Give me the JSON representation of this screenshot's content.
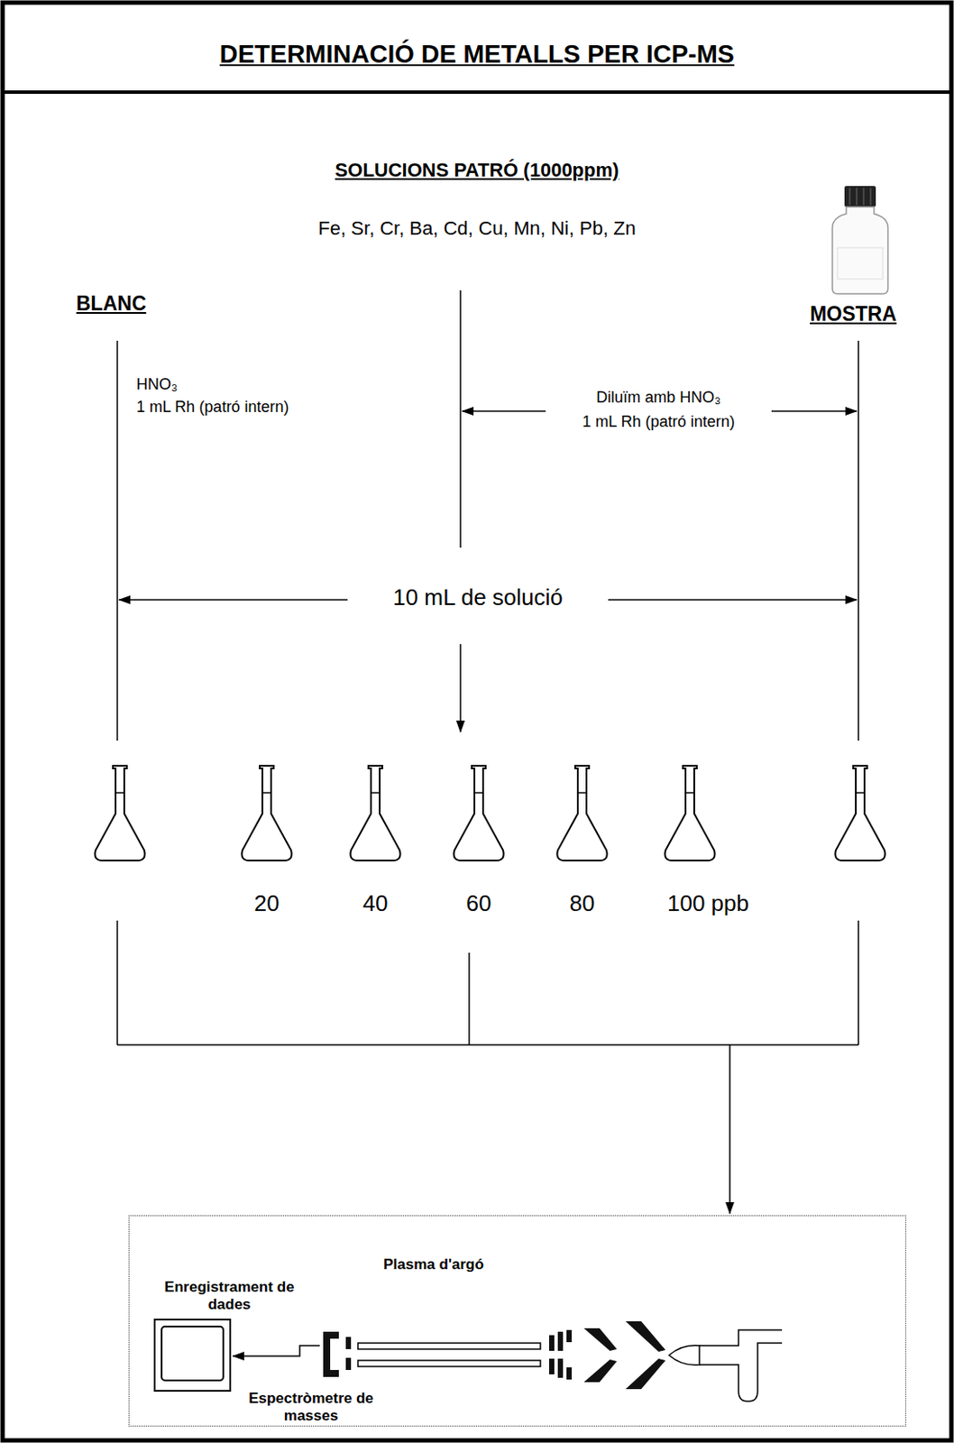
{
  "diagram": {
    "title": "DETERMINACIÓ DE METALLS PER ICP-MS",
    "nodes": [
      {
        "text": [
          "Enregistrament de dades",
          "Plasma d'argó",
          "Espectròmetre de masses"
        ]
      }
    ],
    "labels": [
      "SOLUCIONS PATRÓ (1000ppm)",
      "Fe, Sr, Cr, Ba, Cd, Cu, Mn, Ni, Pb, Zn",
      "BLANC",
      "MOSTRA",
      "HNO₃",
      "1 mL Rh (patró intern)",
      "Diluïm amb HNO₃",
      "1 mL Rh (patró intern)",
      "10 mL de solució",
      "20",
      "40",
      "60",
      "80",
      "100 ppb"
    ]
  }
}
